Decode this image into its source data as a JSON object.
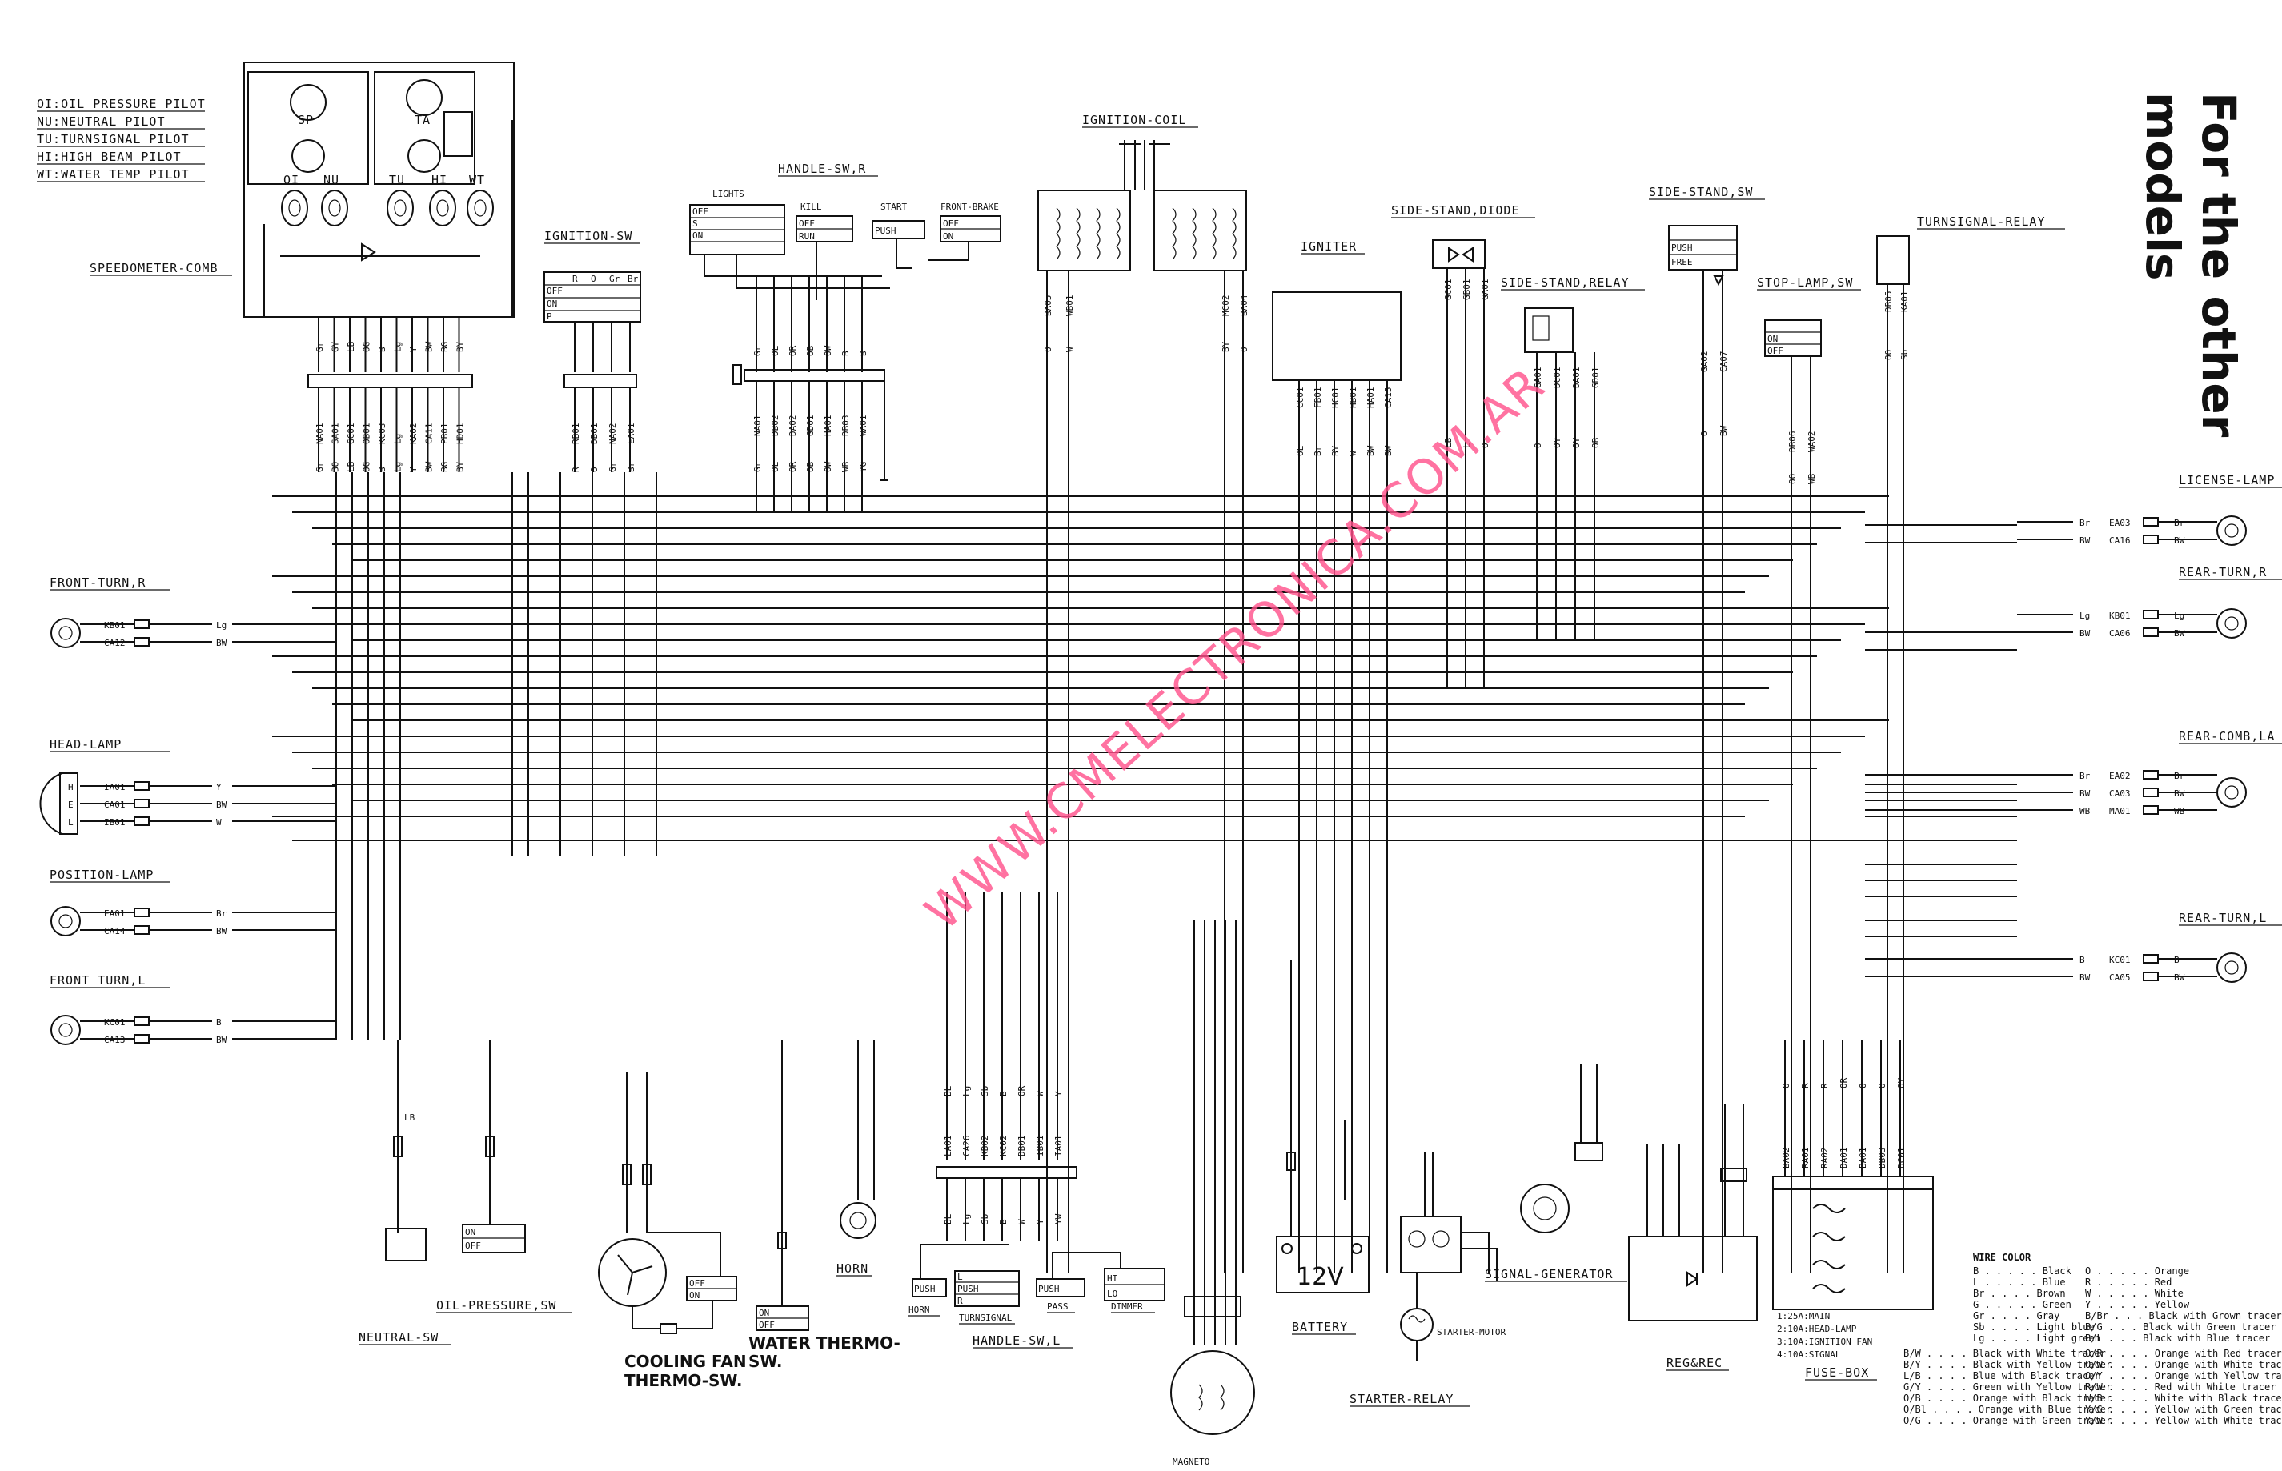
{
  "title": {
    "line1": "For the other",
    "line2": "models"
  },
  "watermark": "WWW.CMELECTRONICA.COM.AR",
  "pilot_legend": [
    "OI:OIL PRESSURE PILOT",
    "NU:NEUTRAL PILOT",
    "TU:TURNSIGNAL PILOT",
    "HI:HIGH BEAM PILOT",
    "WT:WATER TEMP PILOT"
  ],
  "gauges": {
    "sp": "SP",
    "ta": "TA"
  },
  "pilots": [
    "OI",
    "NU",
    "TU",
    "HI",
    "WT"
  ],
  "components": {
    "speedometer": "SPEEDOMETER-COMB",
    "ignition_sw": "IGNITION-SW",
    "handle_sw_r": "HANDLE-SW,R",
    "lights": "LIGHTS",
    "kill": "KILL",
    "start": "START",
    "front_brake": "FRONT-BRAKE",
    "ignition_coil": "IGNITION-COIL",
    "igniter": "IGNITER",
    "side_stand_diode": "SIDE-STAND,DIODE",
    "side_stand_relay": "SIDE-STAND,RELAY",
    "side_stand_sw": "SIDE-STAND,SW",
    "stop_lamp_sw": "STOP-LAMP,SW",
    "turnsignal_relay": "TURNSIGNAL-RELAY",
    "license_lamp": "LICENSE-LAMP",
    "rear_turn_r": "REAR-TURN,R",
    "rear_comb": "REAR-COMB,LA",
    "rear_turn_l": "REAR-TURN,L",
    "front_turn_r": "FRONT-TURN,R",
    "head_lamp": "HEAD-LAMP",
    "position_lamp": "POSITION-LAMP",
    "front_turn_l": "FRONT TURN,L",
    "neutral_sw": "NEUTRAL-SW",
    "oil_pressure_sw": "OIL-PRESSURE,SW",
    "cooling_fan": "COOLING FAN",
    "thermo_sw": "THERMO-SW.",
    "water_thermo": "WATER THERMO-",
    "water_thermo2": "SW.",
    "horn": "HORN",
    "handle_sw_l": "HANDLE-SW,L",
    "horn_small": "HORN",
    "turnsignal_small": "TURNSIGNAL",
    "pass": "PASS",
    "dimmer": "DIMMER",
    "battery": "BATTERY",
    "battery_v": "12V",
    "starter_relay": "STARTER-RELAY",
    "starter_motor": "STARTER-MOTOR",
    "signal_generator": "SIGNAL-GENERATOR",
    "reg_rec": "REG&REC",
    "fuse_box": "FUSE-BOX",
    "magneto": "MAGNETO"
  },
  "fuses": [
    "1:25A:MAIN",
    "2:10A:HEAD-LAMP",
    "3:10A:IGNITION FAN",
    "4:10A:SIGNAL"
  ],
  "switch_states": {
    "off": "OFF",
    "on": "ON",
    "run": "RUN",
    "push": "PUSH",
    "free": "FREE",
    "p": "P",
    "s": "S",
    "r": "R",
    "l": "L",
    "lo": "LO",
    "hi": "HI",
    "lg": "L"
  },
  "lamp_wires": {
    "front_turn_r": [
      [
        "KB01",
        "Lg"
      ],
      [
        "CA12",
        "BW"
      ]
    ],
    "head_lamp": [
      [
        "IA01",
        "Y"
      ],
      [
        "CA01",
        "BW"
      ],
      [
        "IB01",
        "W"
      ]
    ],
    "position_lamp": [
      [
        "EA01",
        "Br"
      ],
      [
        "CA14",
        "BW"
      ]
    ],
    "front_turn_l": [
      [
        "KC01",
        "B"
      ],
      [
        "CA13",
        "BW"
      ]
    ],
    "license_lamp": [
      [
        "EA03",
        "Br"
      ],
      [
        "CA16",
        "BW"
      ]
    ],
    "rear_turn_r": [
      [
        "KB01",
        "Lg"
      ],
      [
        "CA06",
        "BW"
      ]
    ],
    "rear_comb": [
      [
        "EA02",
        "Br"
      ],
      [
        "CA03",
        "BW"
      ],
      [
        "MA01",
        "WB"
      ]
    ],
    "rear_turn_l": [
      [
        "KC01",
        "B"
      ],
      [
        "CA05",
        "BW"
      ]
    ]
  },
  "headlamp_pins": [
    "H",
    "E",
    "L"
  ],
  "wire_color_title": "WIRE COLOR",
  "wire_colors": [
    "B . . . . . Black",
    "L . . . . . Blue",
    "Br . . . . Brown",
    "G . . . . . Green",
    "Gr . . . . Gray",
    "Sb . . . . Light blue",
    "Lg . . . . Light green",
    "O . . . . . Orange",
    "R . . . . . Red",
    "W . . . . . White",
    "Y . . . . . Yellow",
    "B/Br . . . Black with Grown tracer",
    "B/G . . . Black with Green tracer",
    "B/L . . . Black with Blue tracer"
  ],
  "wire_tracers_left": [
    "B/W . . . . Black with White tracer",
    "B/Y . . . . Black with Yellow tracer",
    "L/B . . . . Blue with Black tracer",
    "G/Y . . . . Green with Yellow tracer",
    "O/B . . . . Orange with Black tracer",
    "O/Bl . . . . Orange with Blue tracer",
    "O/G . . . . Orange with Green tracer"
  ],
  "wire_tracers_right": [
    "O/R . . . . Orange with Red tracer",
    "O/W . . . . Orange with White tracer",
    "O/Y . . . . Orange with Yellow tracer",
    "R/W . . . . Red with White tracer",
    "W/B . . . . White with Black tracer",
    "Y/G . . . . Yellow with Green tracer",
    "Y/W . . . . Yellow with White tracer"
  ],
  "connector_codes": {
    "speedo_top": [
      "Gr",
      "GY",
      "LB",
      "OG",
      "B",
      "Lg",
      "Y",
      "BW",
      "BG",
      "BY"
    ],
    "speedo_bot": [
      "NA01",
      "SA01",
      "GC01",
      "OB01",
      "KC03",
      "Lg",
      "KA02",
      "CA11",
      "PB01",
      "HD01"
    ],
    "speedo_bot2": [
      "Gr",
      "BO",
      "LB",
      "OG",
      "B",
      "Lg",
      "Y",
      "BW",
      "BG",
      "BY"
    ],
    "ign_top": [
      "R",
      "O",
      "Gr",
      "Br"
    ],
    "ign_bot": [
      "RB01",
      "DB01",
      "NA02",
      "EA01"
    ],
    "ign_bot2": [
      "R",
      "O",
      "Gr",
      "Br"
    ],
    "handle_top": [
      "Gr",
      "OL",
      "OR",
      "OB",
      "OW",
      "B",
      "B"
    ],
    "handle_bot": [
      "NA01",
      "DB02",
      "DA02",
      "GD01",
      "HA01",
      "DB03",
      "WA01"
    ],
    "handle_bot2": [
      "Gr",
      "OL",
      "OR",
      "OB",
      "OW",
      "WB",
      "YG"
    ],
    "coil": [
      "BA05",
      "WB01",
      "MC02",
      "BA04"
    ],
    "coil2": [
      "O",
      "W",
      "BY",
      "O"
    ],
    "igniter": [
      "CC01",
      "FB01",
      "HC01",
      "HB01",
      "HA01",
      "CA15"
    ],
    "igniter2": [
      "OL",
      "Br",
      "BY",
      "W",
      "BW",
      "BW"
    ],
    "diode": [
      "GC01",
      "GB01",
      "GA01"
    ],
    "diode2": [
      "LB",
      "L",
      "O"
    ],
    "relay": [
      "GA01",
      "DC01",
      "DA01",
      "GD01"
    ],
    "relay2": [
      "O",
      "OY",
      "OY",
      "OB"
    ],
    "ssw": [
      "GA02",
      "CA07"
    ],
    "ssw2": [
      "O",
      "BW"
    ],
    "stop": [
      "DB06",
      "WA02"
    ],
    "stop2": [
      "OO",
      "WB"
    ],
    "trelay": [
      "DB05",
      "KA01"
    ],
    "trelay2": [
      "OO",
      "Sb"
    ],
    "handle_l_top": [
      "BL",
      "Lg",
      "Sb",
      "B",
      "OR",
      "W",
      "Y"
    ],
    "handle_l_bot": [
      "LA01",
      "CA26",
      "KB02",
      "KC02",
      "DB01",
      "IB01",
      "IA01"
    ],
    "handle_l_bot2": [
      "BL",
      "Lg",
      "Sb",
      "B",
      "W",
      "Y",
      "YW"
    ],
    "fuse_top": [
      "O",
      "R",
      "R",
      "OR",
      "O",
      "O",
      "OY"
    ],
    "fuse_bot": [
      "BA02",
      "RA01",
      "RA02",
      "DA01",
      "BA01",
      "DB03",
      "DC01"
    ]
  }
}
